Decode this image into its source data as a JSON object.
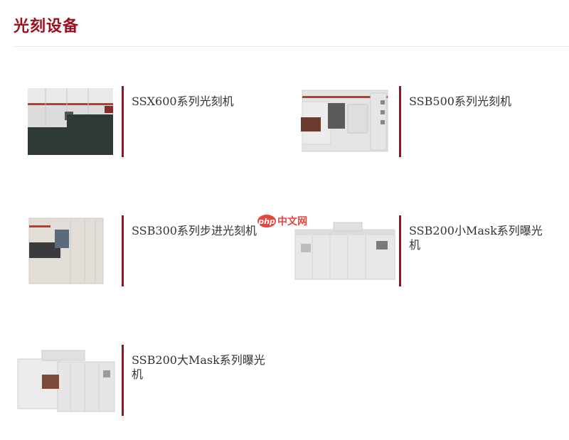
{
  "page": {
    "title": "光刻设备"
  },
  "products": [
    {
      "name": "SSX600系列光刻机"
    },
    {
      "name": "SSB500系列光刻机"
    },
    {
      "name": "SSB300系列步进光刻机"
    },
    {
      "name": "SSB200小Mask系列曝光机"
    },
    {
      "name": "SSB200大Mask系列曝光机"
    }
  ],
  "watermark": {
    "logo_text": "php",
    "site_text": "中文网"
  },
  "colors": {
    "accent": "#9e1020",
    "text": "#333333",
    "divider": "#e6e6e6",
    "logo": "#e8453c"
  }
}
